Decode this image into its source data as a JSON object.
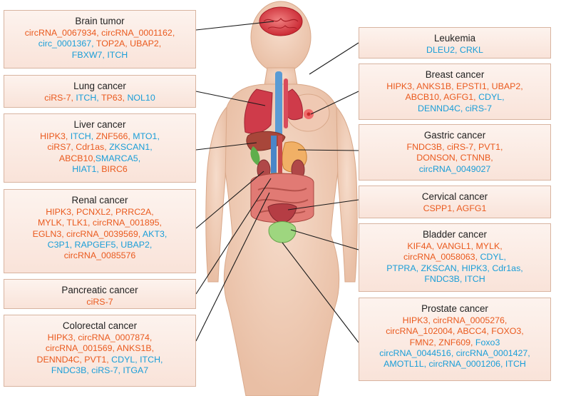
{
  "colors": {
    "orange_text": "#ea5a1e",
    "blue_text": "#1a9ed8",
    "box_fill": "#fbeae2",
    "box_border": "#d8b4a0",
    "title_text": "#222222",
    "skin": "#f2d2bd"
  },
  "icons": [
    "female-body-figure",
    "brain",
    "lungs",
    "liver",
    "stomach",
    "breast",
    "kidney",
    "pancreas",
    "intestine",
    "uterus",
    "bladder"
  ],
  "boxes": [
    {
      "id": "brain-tumor",
      "title": "Brain tumor",
      "lines": [
        [
          {
            "text": "circRNA_0067934, circRNA_0001162,",
            "color": "orange"
          }
        ],
        [
          {
            "text": "circ_0001367, ",
            "color": "blue"
          },
          {
            "text": "TOP2A, UBAP2,",
            "color": "orange"
          }
        ],
        [
          {
            "text": "FBXW7, ITCH",
            "color": "blue"
          }
        ]
      ]
    },
    {
      "id": "lung-cancer",
      "title": "Lung cancer",
      "lines": [
        [
          {
            "text": "ciRS-7, ",
            "color": "orange"
          },
          {
            "text": "ITCH, ",
            "color": "blue"
          },
          {
            "text": "TP63, ",
            "color": "orange"
          },
          {
            "text": "NOL10",
            "color": "blue"
          }
        ]
      ]
    },
    {
      "id": "liver-cancer",
      "title": "Liver cancer",
      "lines": [
        [
          {
            "text": "HIPK3, ",
            "color": "orange"
          },
          {
            "text": "ITCH, ",
            "color": "blue"
          },
          {
            "text": "ZNF566, ",
            "color": "orange"
          },
          {
            "text": "MTO1,",
            "color": "blue"
          }
        ],
        [
          {
            "text": "ciRS7, Cdr1as, ",
            "color": "orange"
          },
          {
            "text": "ZKSCAN1,",
            "color": "blue"
          }
        ],
        [
          {
            "text": "ABCB10,",
            "color": "orange"
          },
          {
            "text": "SMARCA5,",
            "color": "blue"
          }
        ],
        [
          {
            "text": "HIAT1, ",
            "color": "blue"
          },
          {
            "text": "BIRC6",
            "color": "orange"
          }
        ]
      ]
    },
    {
      "id": "renal-cancer",
      "title": "Renal cancer",
      "lines": [
        [
          {
            "text": "HIPK3, PCNXL2, PRRC2A,",
            "color": "orange"
          }
        ],
        [
          {
            "text": "MYLK, TLK1, circRNA_001895,",
            "color": "orange"
          }
        ],
        [
          {
            "text": "EGLN3, circRNA_0039569, ",
            "color": "orange"
          },
          {
            "text": "AKT3,",
            "color": "blue"
          }
        ],
        [
          {
            "text": "C3P1, RAPGEF5, UBAP2,",
            "color": "blue"
          }
        ],
        [
          {
            "text": "circRNA_0085576",
            "color": "orange"
          }
        ]
      ]
    },
    {
      "id": "pancreatic-cancer",
      "title": "Pancreatic cancer",
      "lines": [
        [
          {
            "text": "ciRS-7",
            "color": "orange"
          }
        ]
      ]
    },
    {
      "id": "colorectal-cancer",
      "title": "Colorectal cancer",
      "lines": [
        [
          {
            "text": "HIPK3, circRNA_0007874,",
            "color": "orange"
          }
        ],
        [
          {
            "text": "circRNA_001569, ANKS1B,",
            "color": "orange"
          }
        ],
        [
          {
            "text": "DENND4C, PVT1, ",
            "color": "orange"
          },
          {
            "text": "CDYL, ITCH,",
            "color": "blue"
          }
        ],
        [
          {
            "text": "FNDC3B, ciRS-7, ITGA7",
            "color": "blue"
          }
        ]
      ]
    },
    {
      "id": "leukemia",
      "title": "Leukemia",
      "lines": [
        [
          {
            "text": "DLEU2, CRKL",
            "color": "blue"
          }
        ]
      ]
    },
    {
      "id": "breast-cancer",
      "title": "Breast cancer",
      "lines": [
        [
          {
            "text": "HIPK3, ANKS1B, EPSTI1, UBAP2,",
            "color": "orange"
          }
        ],
        [
          {
            "text": "ABCB10, AGFG1, ",
            "color": "orange"
          },
          {
            "text": "CDYL,",
            "color": "blue"
          }
        ],
        [
          {
            "text": "DENND4C, ciRS-7",
            "color": "blue"
          }
        ]
      ]
    },
    {
      "id": "gastric-cancer",
      "title": "Gastric cancer",
      "lines": [
        [
          {
            "text": "FNDC3B, ciRS-7, PVT1,",
            "color": "orange"
          }
        ],
        [
          {
            "text": "DONSON, CTNNB,",
            "color": "orange"
          }
        ],
        [
          {
            "text": "circRNA_0049027",
            "color": "blue"
          }
        ]
      ]
    },
    {
      "id": "cervical-cancer",
      "title": "Cervical cancer",
      "lines": [
        [
          {
            "text": "CSPP1, AGFG1",
            "color": "orange"
          }
        ]
      ]
    },
    {
      "id": "bladder-cancer",
      "title": "Bladder cancer",
      "lines": [
        [
          {
            "text": "KIF4A, VANGL1, MYLK,",
            "color": "orange"
          }
        ],
        [
          {
            "text": "circRNA_0058063, ",
            "color": "orange"
          },
          {
            "text": "CDYL,",
            "color": "blue"
          }
        ],
        [
          {
            "text": "PTPRA, ZKSCAN, HIPK3, Cdr1as,",
            "color": "blue"
          }
        ],
        [
          {
            "text": "FNDC3B, ITCH",
            "color": "blue"
          }
        ]
      ]
    },
    {
      "id": "prostate-cancer",
      "title": "Prostate cancer",
      "lines": [
        [
          {
            "text": "HIPK3, circRNA_0005276,",
            "color": "orange"
          }
        ],
        [
          {
            "text": "circRNA_102004, ABCC4, FOXO3,",
            "color": "orange"
          }
        ],
        [
          {
            "text": "FMN2, ZNF609, ",
            "color": "orange"
          },
          {
            "text": "Foxo3",
            "color": "blue"
          }
        ],
        [
          {
            "text": "circRNA_0044516, circRNA_0001427,",
            "color": "blue"
          }
        ],
        [
          {
            "text": "AMOTL1L, circRNA_0001206, ITCH",
            "color": "blue"
          }
        ]
      ]
    }
  ]
}
